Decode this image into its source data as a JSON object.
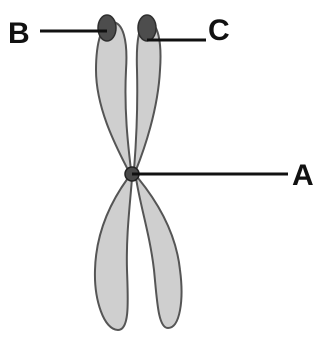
{
  "labels": {
    "a": "A",
    "b": "B",
    "c": "C"
  },
  "colors": {
    "chromatid_fill": "#cfcfcf",
    "chromatid_outline": "#555555",
    "marker_fill": "#4d4d4d",
    "line_color": "#111111"
  }
}
